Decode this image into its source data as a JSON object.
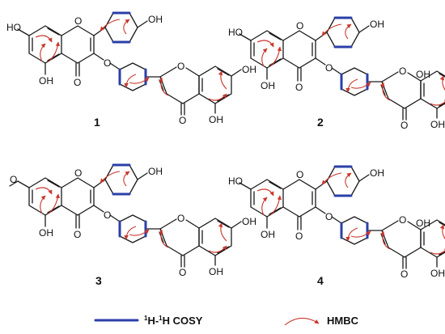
{
  "compounds": [
    {
      "number": "1",
      "top": {
        "oh7": "HO",
        "oh5": "OH",
        "oxo": "O",
        "ring_o": "O",
        "link_o": "O",
        "oh4p": "OH"
      },
      "bottom": {
        "ring_o": "O",
        "oh7": "OH",
        "oh5": "OH",
        "oxo": "O"
      }
    },
    {
      "number": "2",
      "top": {
        "oh7": "HO",
        "oh5": "OH",
        "oxo": "O",
        "ring_o": "O",
        "link_o": "O",
        "oh4p": "OH"
      },
      "bottom": {
        "ring_o": "O",
        "oh7": "OH",
        "oh5": "OH",
        "oxo": "O"
      }
    },
    {
      "number": "3",
      "top": {
        "oh7": "O",
        "oh5": "OH",
        "oxo": "O",
        "ring_o": "O",
        "link_o": "O",
        "oh4p": "OH"
      },
      "bottom": {
        "ring_o": "O",
        "oh7": "OH",
        "oh5": "OH",
        "oxo": "O"
      }
    },
    {
      "number": "4",
      "top": {
        "oh7": "HO",
        "oh5": "OH",
        "oxo": "O",
        "ring_o": "O",
        "link_o": "O",
        "oh4p": "OH"
      },
      "bottom": {
        "ring_o": "O",
        "oh7": "OH",
        "oh5": "OH",
        "oxo": "O"
      }
    }
  ],
  "legend": {
    "cosy": {
      "sup1": "1",
      "h1": "H-",
      "sup2": "1",
      "h2": "H COSY"
    },
    "hmbc": "HMBC"
  },
  "colors": {
    "cosy": "#2b3fa8",
    "hmbc": "#c9372c",
    "bond": "#1a1a1a"
  }
}
